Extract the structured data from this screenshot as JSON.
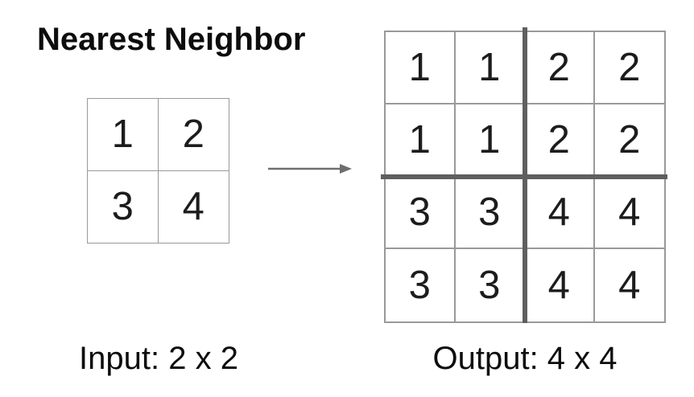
{
  "title": "Nearest Neighbor",
  "colors": {
    "background": "#ffffff",
    "thin_grid_line": "#999999",
    "thick_grid_line": "#5f5f5f",
    "arrow": "#6e6e6e",
    "text": "#0d0d0d",
    "cell_number": "#1c1c1c"
  },
  "input_grid": {
    "caption": "Input: 2 x 2",
    "rows": [
      [
        "1",
        "2"
      ],
      [
        "3",
        "4"
      ]
    ]
  },
  "output_grid": {
    "caption": "Output: 4 x 4",
    "rows": [
      [
        "1",
        "1",
        "2",
        "2"
      ],
      [
        "1",
        "1",
        "2",
        "2"
      ],
      [
        "3",
        "3",
        "4",
        "4"
      ],
      [
        "3",
        "3",
        "4",
        "4"
      ]
    ]
  },
  "icons": {
    "arrow": "right-arrow-icon"
  }
}
